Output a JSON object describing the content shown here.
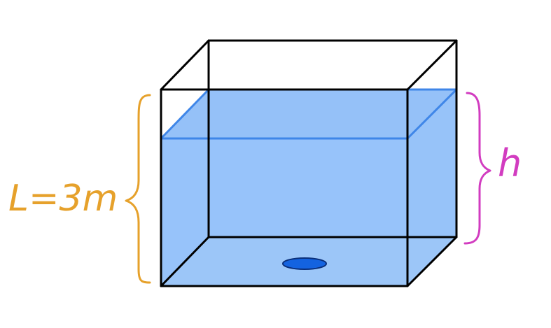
{
  "diagram": {
    "labels": {
      "height_total": "L=3m",
      "water_height": "h"
    },
    "colors": {
      "water_fill": "#97c3f9",
      "water_surface": "#3f86e8",
      "outline": "#000000",
      "label_height_total": "#e6a12b",
      "label_water_height": "#d23cc0",
      "hole": "#1463e0"
    },
    "elements": [
      "tank-outline",
      "water-body",
      "water-surface",
      "drain-hole",
      "height-brace",
      "water-height-brace"
    ]
  }
}
